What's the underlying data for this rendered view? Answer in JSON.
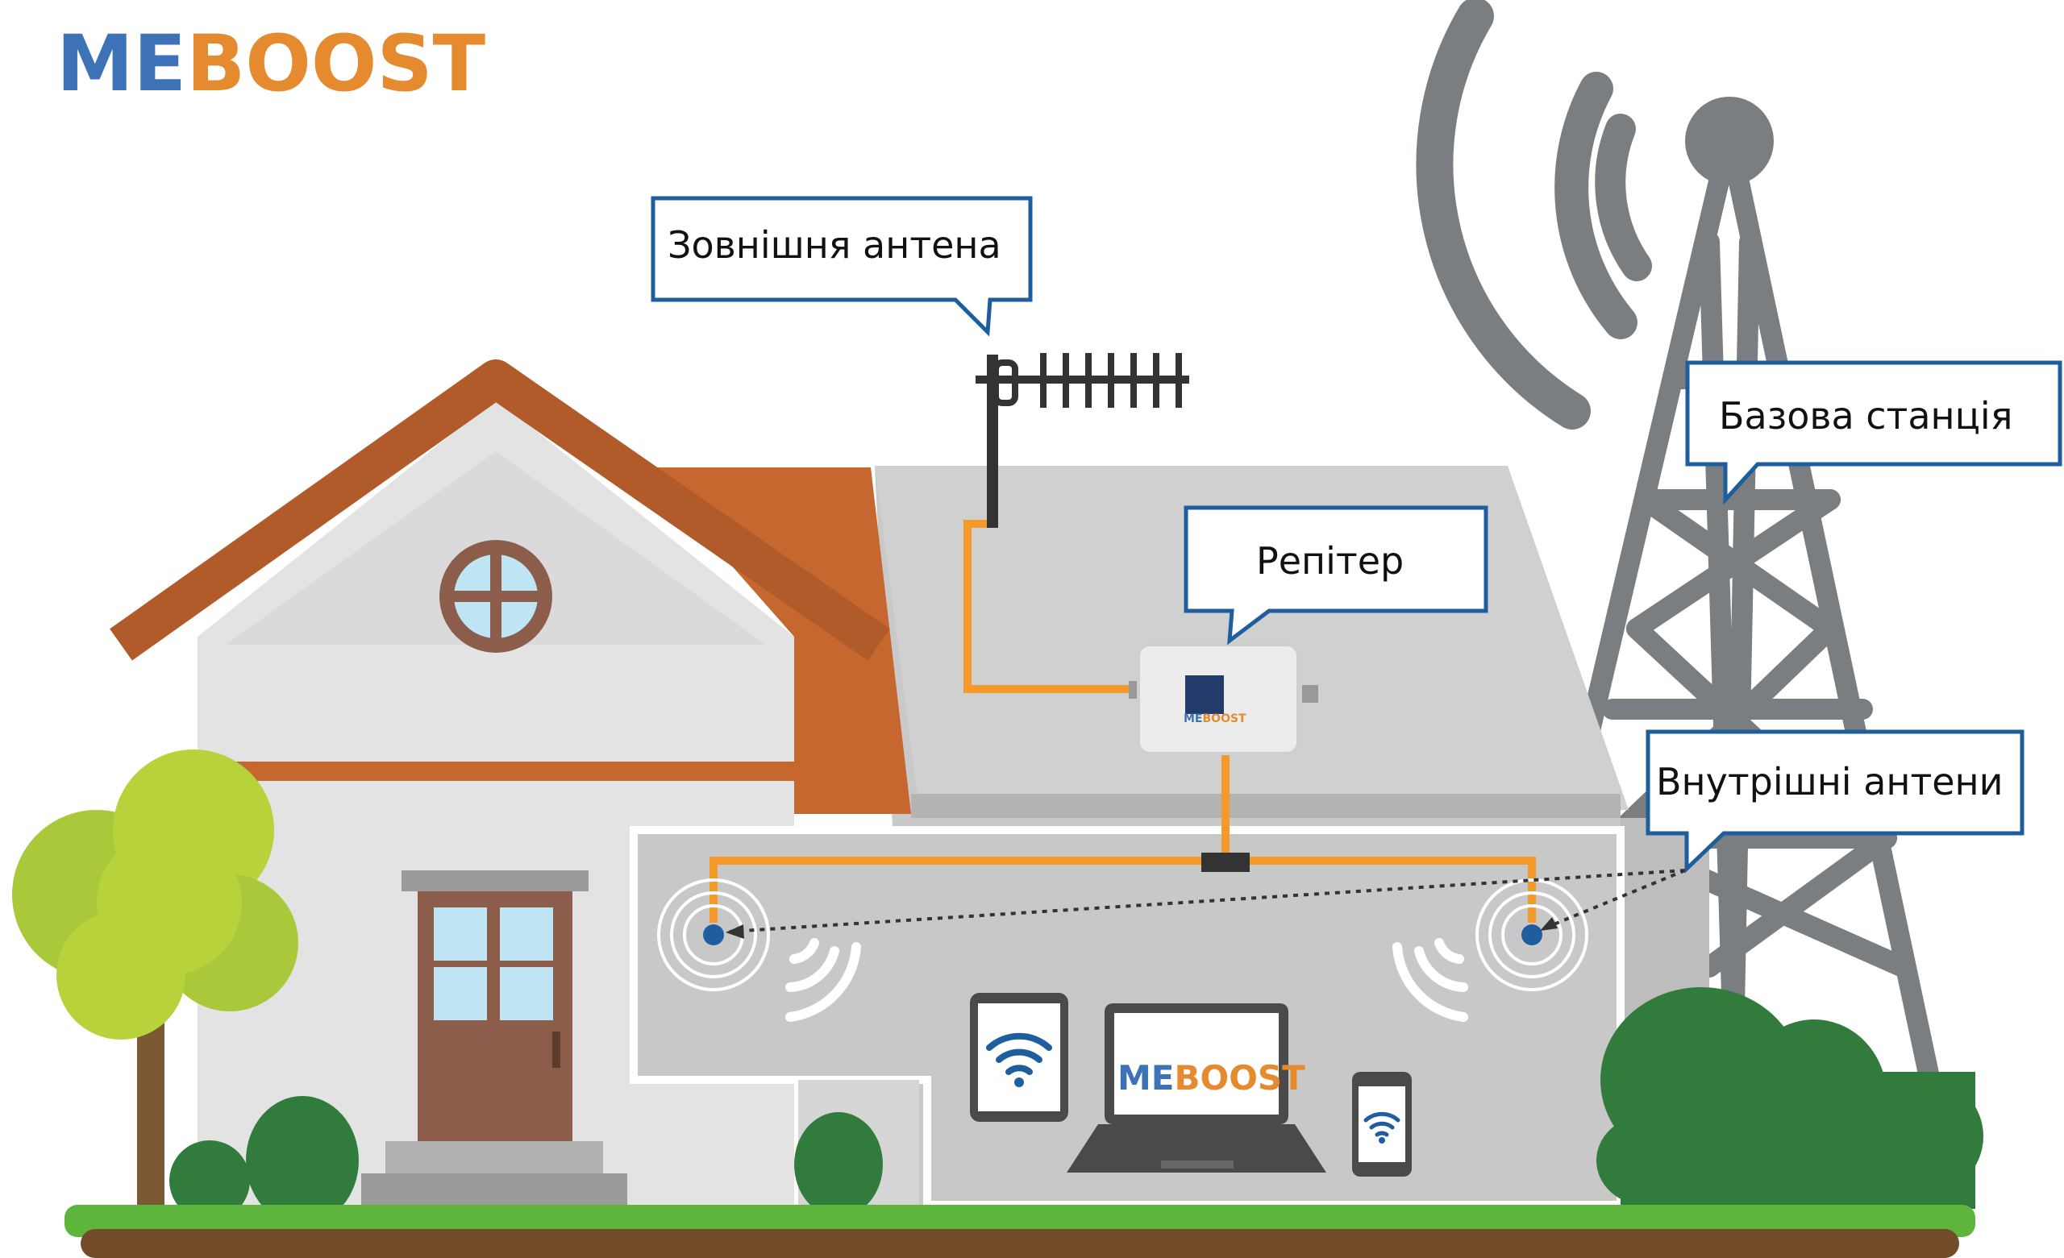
{
  "brand": {
    "name_part1": "ME",
    "name_part2": "BOOST"
  },
  "labels": {
    "outdoor_antenna": "Зовнішня антена",
    "repeater": "Репітер",
    "base_station": "Базова станція",
    "indoor_antennas": "Внутрішні антени"
  },
  "laptop_logo": {
    "part1": "ME",
    "part2": "BOOST"
  },
  "repeater_logo": {
    "part1": "ME",
    "part2": "BOOST"
  },
  "colors": {
    "brand_blue": "#3d73b6",
    "brand_orange": "#e58a2e",
    "cable": "#f39a2a",
    "callout_border": "#1f5e9e",
    "tower_gray": "#7b7e80",
    "roof_orange": "#c5672f",
    "grass": "#5db53c",
    "soil": "#734c2a"
  },
  "icons": [
    "wifi-icon",
    "signal-wave-icon",
    "cell-tower-icon",
    "antenna-icon",
    "repeater-device-icon",
    "tablet-icon",
    "laptop-icon",
    "smartphone-icon",
    "tree-icon"
  ]
}
